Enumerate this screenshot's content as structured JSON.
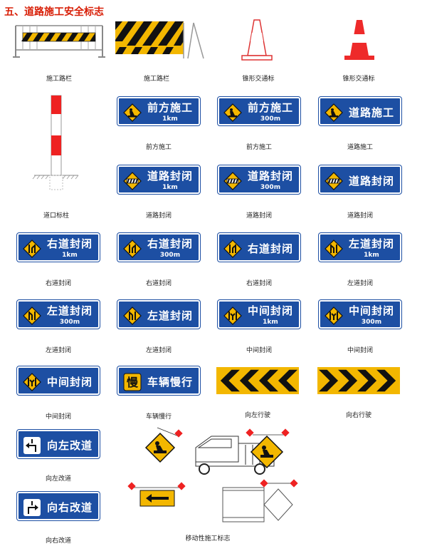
{
  "title": "五、道路施工安全标志",
  "row1": {
    "barrier1_caption": "施工路栏",
    "barrier2_caption": "施工路栏",
    "cone1_caption": "锥形交通标",
    "cone2_caption": "锥形交通标"
  },
  "post_caption": "道口标柱",
  "signs": [
    {
      "main": "前方施工",
      "sub": "1km",
      "caption": "前方施工"
    },
    {
      "main": "前方施工",
      "sub": "300m",
      "caption": "前方施工"
    },
    {
      "main": "道路施工",
      "sub": "",
      "caption": "道路施工"
    },
    {
      "main": "道路封闭",
      "sub": "1km",
      "caption": "道路封闭"
    },
    {
      "main": "道路封闭",
      "sub": "300m",
      "caption": "道路封闭"
    },
    {
      "main": "道路封闭",
      "sub": "",
      "caption": "道路封闭"
    },
    {
      "main": "右道封闭",
      "sub": "1km",
      "caption": "右道封闭"
    },
    {
      "main": "右道封闭",
      "sub": "300m",
      "caption": "右道封闭"
    },
    {
      "main": "右道封闭",
      "sub": "",
      "caption": "右道封闭"
    },
    {
      "main": "左道封闭",
      "sub": "1km",
      "caption": "左道封闭"
    },
    {
      "main": "左道封闭",
      "sub": "300m",
      "caption": "左道封闭"
    },
    {
      "main": "左道封闭",
      "sub": "",
      "caption": "左道封闭"
    },
    {
      "main": "中间封闭",
      "sub": "1km",
      "caption": "中间封闭"
    },
    {
      "main": "中间封闭",
      "sub": "300m",
      "caption": "中间封闭"
    },
    {
      "main": "中间封闭",
      "sub": "",
      "caption": "中间封闭"
    },
    {
      "main": "车辆慢行",
      "sub": "",
      "caption": "车辆慢行",
      "icon_text": "慢"
    },
    {
      "main": "向左改道",
      "sub": "",
      "caption": "向左改道"
    },
    {
      "main": "向右改道",
      "sub": "",
      "caption": "向右改道"
    }
  ],
  "chevrons": {
    "left_caption": "向左行驶",
    "right_caption": "向右行驶"
  },
  "mobile_caption": "移动性施工标志",
  "colors": {
    "sign_blue": "#1d4fa3",
    "warning_yellow": "#f3b700",
    "title_red": "#d81e06"
  }
}
